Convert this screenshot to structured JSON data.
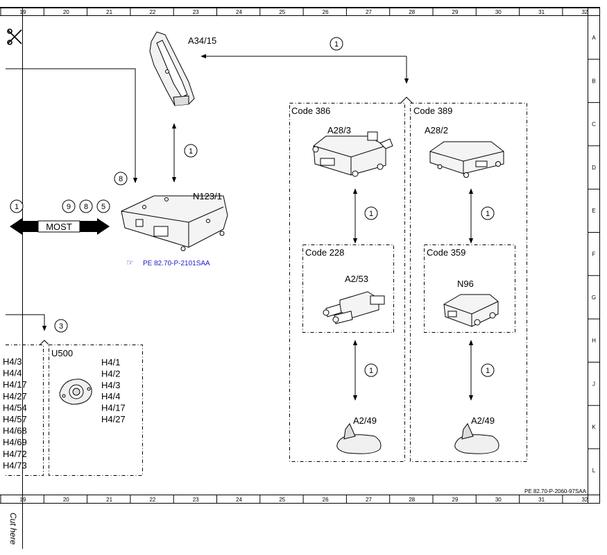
{
  "grid": {
    "columns": [
      "19",
      "20",
      "21",
      "22",
      "23",
      "24",
      "25",
      "26",
      "27",
      "28",
      "29",
      "30",
      "31",
      "32"
    ],
    "rows": [
      "A",
      "B",
      "C",
      "D",
      "E",
      "F",
      "G",
      "H",
      "J",
      "K",
      "L"
    ]
  },
  "cut_label": "Cut here",
  "sheet_reference": "PE 82.70-P-2060-97SAA",
  "components": {
    "a34_15": "A34/15",
    "n123_1": "N123/1",
    "a28_3": "A28/3",
    "a28_2": "A28/2",
    "a2_53": "A2/53",
    "n96": "N96",
    "a2_49_left": "A2/49",
    "a2_49_right": "A2/49",
    "u500": "U500"
  },
  "codes": {
    "code_386": "Code 386",
    "code_389": "Code 389",
    "code_228": "Code 228",
    "code_359": "Code 359"
  },
  "most_label": "MOST",
  "link_reference": "PE 82.70-P-2101SAA",
  "callouts": {
    "top": "1",
    "a34_n123": "1",
    "n123_input": "8",
    "most_left": "1",
    "most_9": "9",
    "most_8": "8",
    "most_5": "5",
    "u500_group": "3",
    "a28_3_to_a2_53": "1",
    "a2_53_to_a2_49": "1",
    "a28_2_to_n96": "1",
    "n96_to_a2_49": "1"
  },
  "u500_pins": [
    "H4/1",
    "H4/2",
    "H4/3",
    "H4/4",
    "H4/17",
    "H4/27"
  ],
  "left_pins": [
    "H4/3",
    "H4/4",
    "H4/17",
    "H4/27",
    "H4/54",
    "H4/57",
    "H4/68",
    "H4/69",
    "H4/72",
    "H4/73"
  ],
  "colors": {
    "line": "#000000",
    "link": "#1a1acc",
    "background": "#ffffff"
  }
}
